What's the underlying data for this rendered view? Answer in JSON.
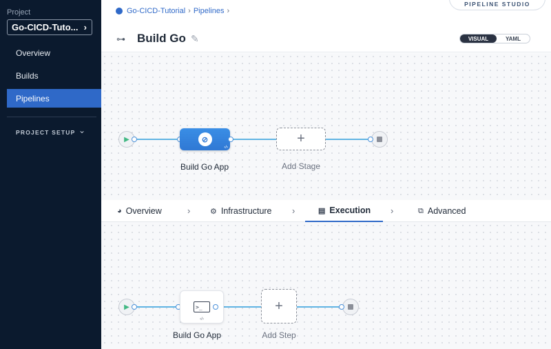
{
  "sidebar": {
    "project_label": "Project",
    "project_name": "Go-CICD-Tuto...",
    "items": [
      {
        "label": "Overview"
      },
      {
        "label": "Builds"
      },
      {
        "label": "Pipelines"
      }
    ],
    "section": "PROJECT SETUP"
  },
  "header": {
    "breadcrumb": [
      "Go-CICD-Tutorial",
      "Pipelines"
    ],
    "studio": "PIPELINE STUDIO",
    "title": "Build Go",
    "view_toggle": {
      "visual": "VISUAL",
      "yaml": "YAML",
      "selected": "VISUAL"
    }
  },
  "stage_graph": {
    "stage_label": "Build Go App",
    "add_label": "Add Stage"
  },
  "tabs": [
    {
      "label": "Overview"
    },
    {
      "label": "Infrastructure"
    },
    {
      "label": "Execution"
    },
    {
      "label": "Advanced"
    }
  ],
  "active_tab": "Execution",
  "step_graph": {
    "step_label": "Build Go App",
    "add_label": "Add Step"
  },
  "colors": {
    "sidebar_bg": "#0b1a2e",
    "accent": "#2f69c8",
    "connector": "#5fb3e3"
  }
}
